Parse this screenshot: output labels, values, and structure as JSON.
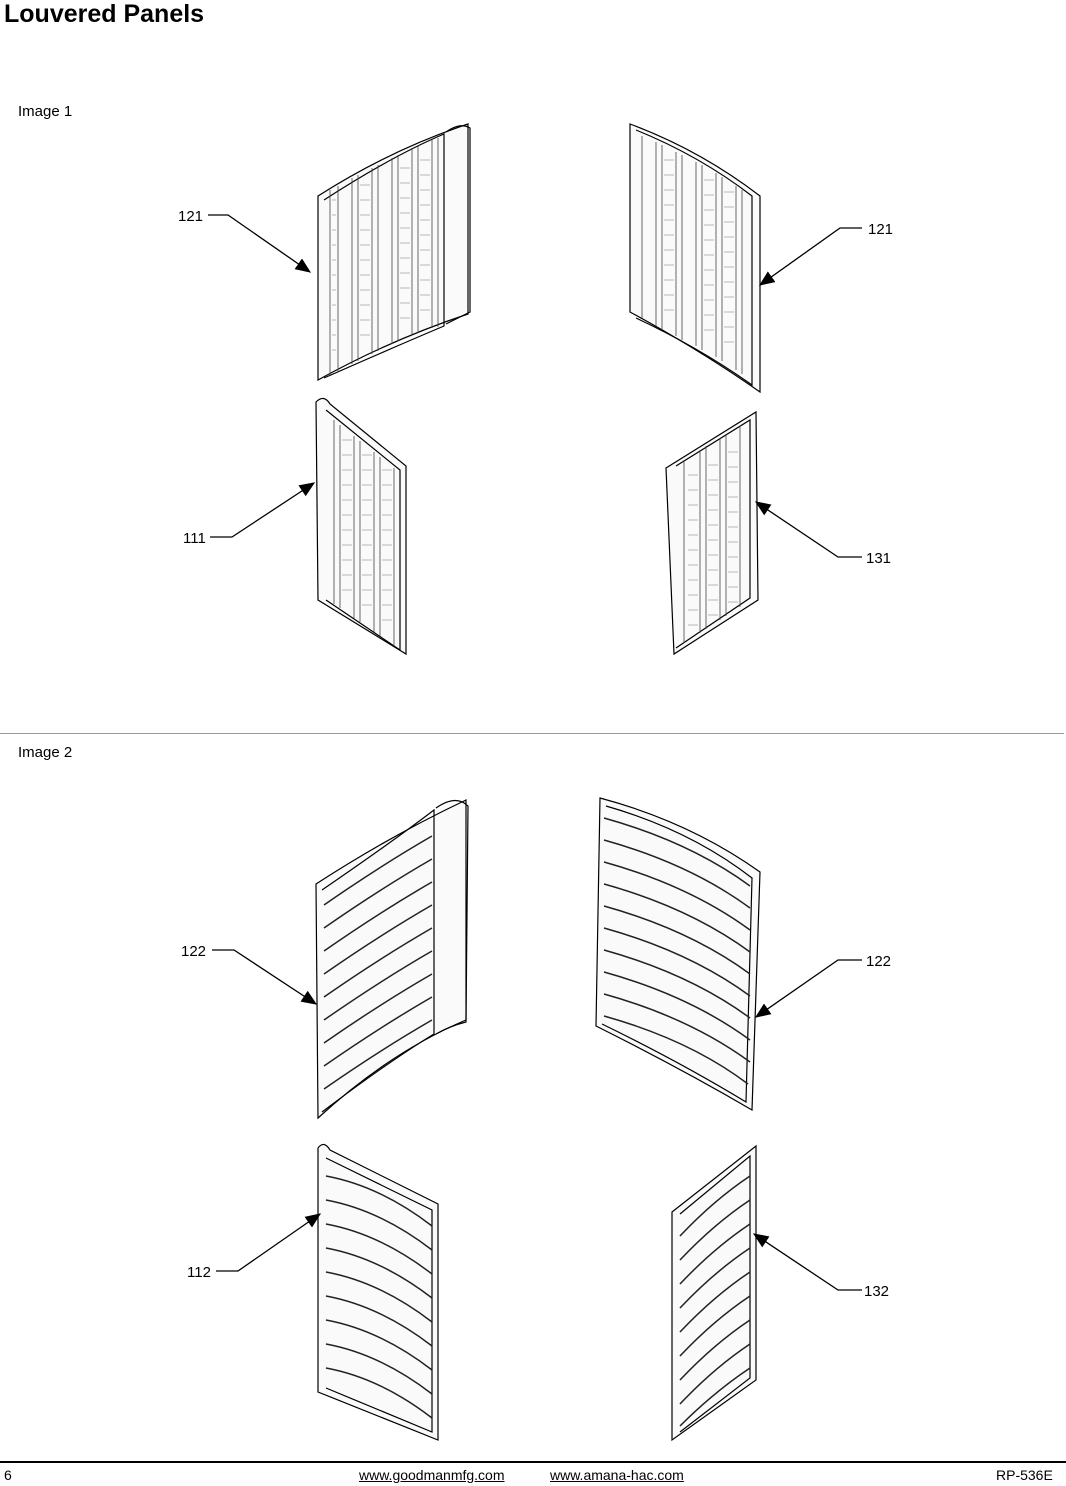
{
  "page": {
    "title": "Louvered Panels"
  },
  "sections": [
    {
      "label": "Image 1",
      "callouts": [
        "121",
        "121",
        "111",
        "131"
      ]
    },
    {
      "label": "Image 2",
      "callouts": [
        "122",
        "122",
        "112",
        "132"
      ]
    }
  ],
  "footer": {
    "page_number": "6",
    "link1": "www.goodmanmfg.com",
    "link2": "www.amana-hac.com",
    "doc_code": "RP-536E"
  }
}
